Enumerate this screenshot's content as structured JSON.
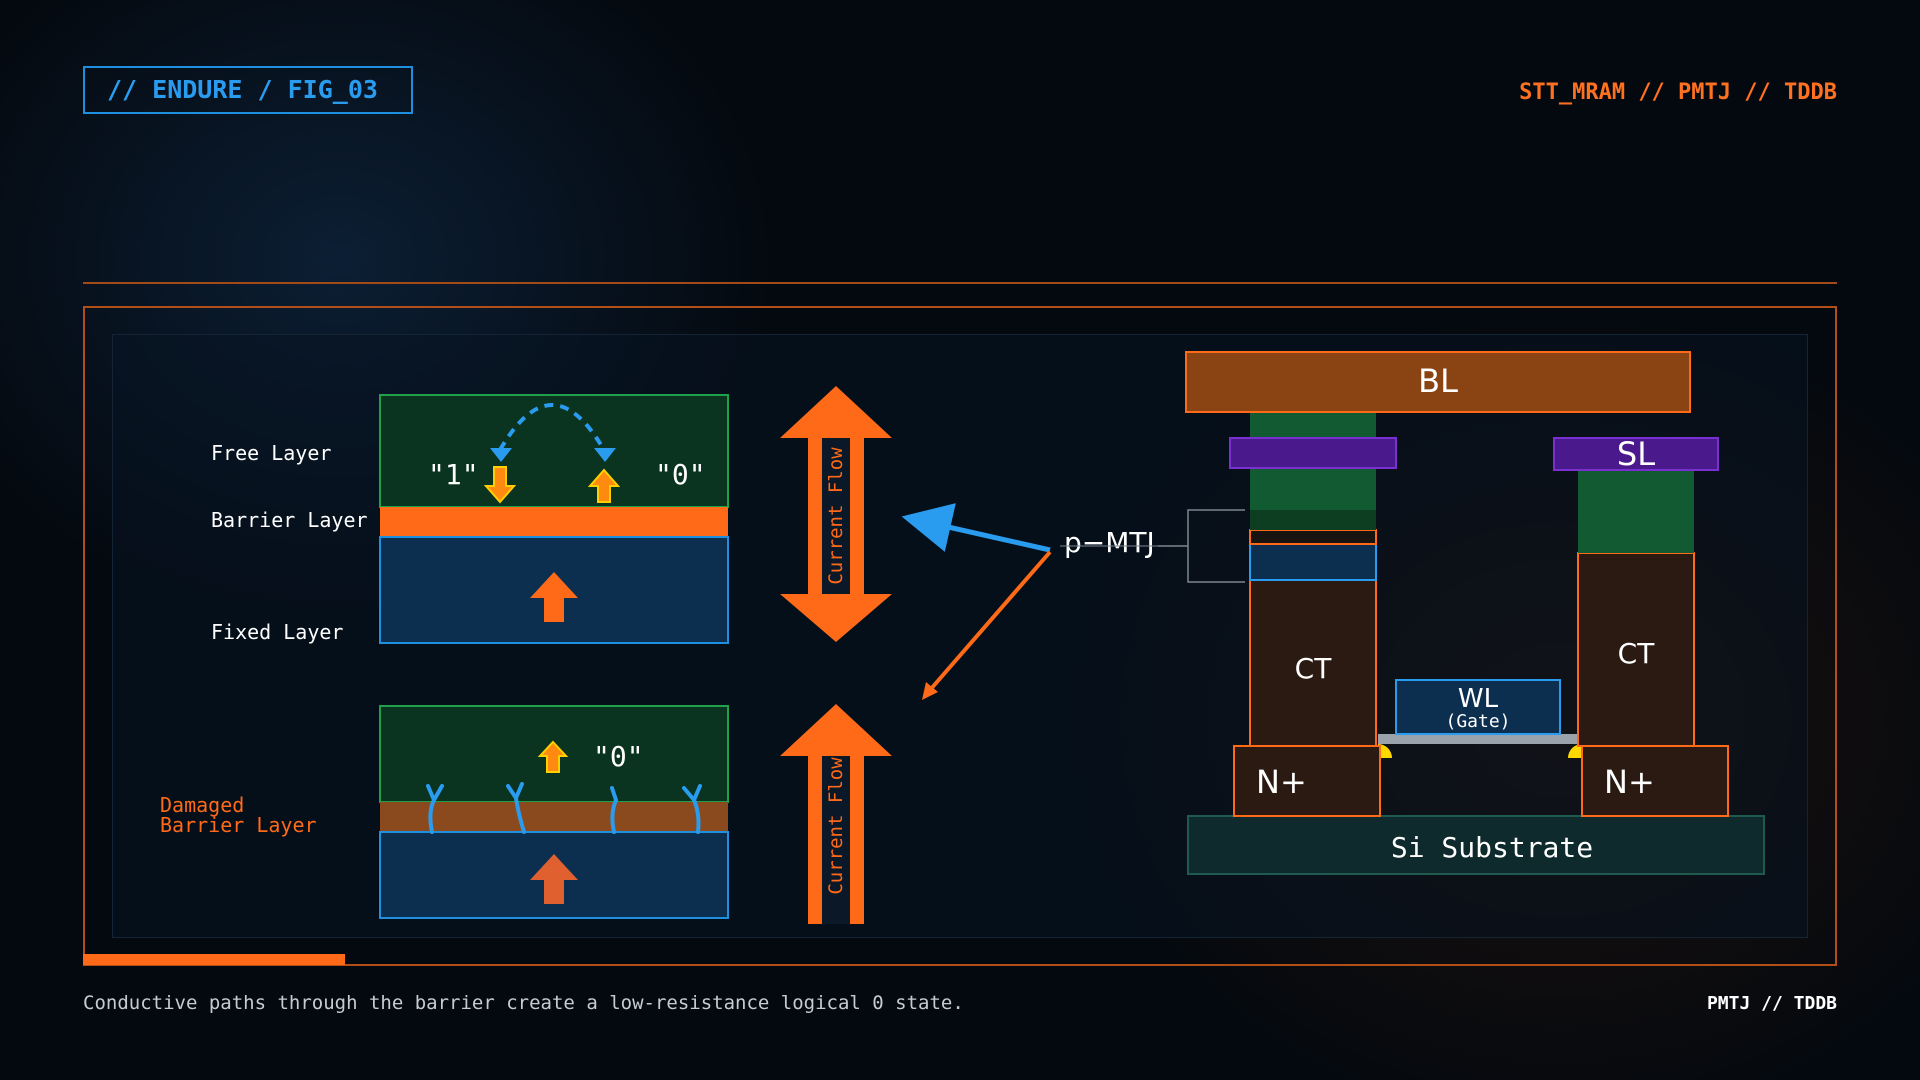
{
  "header": {
    "tag": "// ENDURE / FIG_03",
    "topright": "STT_MRAM // PMTJ // TDDB"
  },
  "footer": {
    "caption": "Conductive paths through the barrier create a low-resistance logical 0 state.",
    "right": "PMTJ // TDDB"
  },
  "mtj_top": {
    "free_layer": "Free Layer",
    "barrier_layer": "Barrier Layer",
    "fixed_layer": "Fixed Layer",
    "state_1": "\"1\"",
    "state_0": "\"0\"",
    "current_flow": "Current Flow"
  },
  "mtj_bottom": {
    "damaged_line1": "Damaged",
    "damaged_line2": "Barrier Layer",
    "state_0": "\"0\"",
    "current_flow": "Current Flow"
  },
  "cell": {
    "pmtj": "p−MTJ",
    "bl": "BL",
    "sl": "SL",
    "ct_left": "CT",
    "ct_right": "CT",
    "wl": "WL",
    "gate": "(Gate)",
    "n_left": "N+",
    "n_right": "N+",
    "substrate": "Si Substrate"
  },
  "colors": {
    "orange": "#ff6a18",
    "blue": "#1f8fe0",
    "green": "#0a3a22",
    "purple": "#4a1a8c",
    "brown": "#2a1a12"
  }
}
